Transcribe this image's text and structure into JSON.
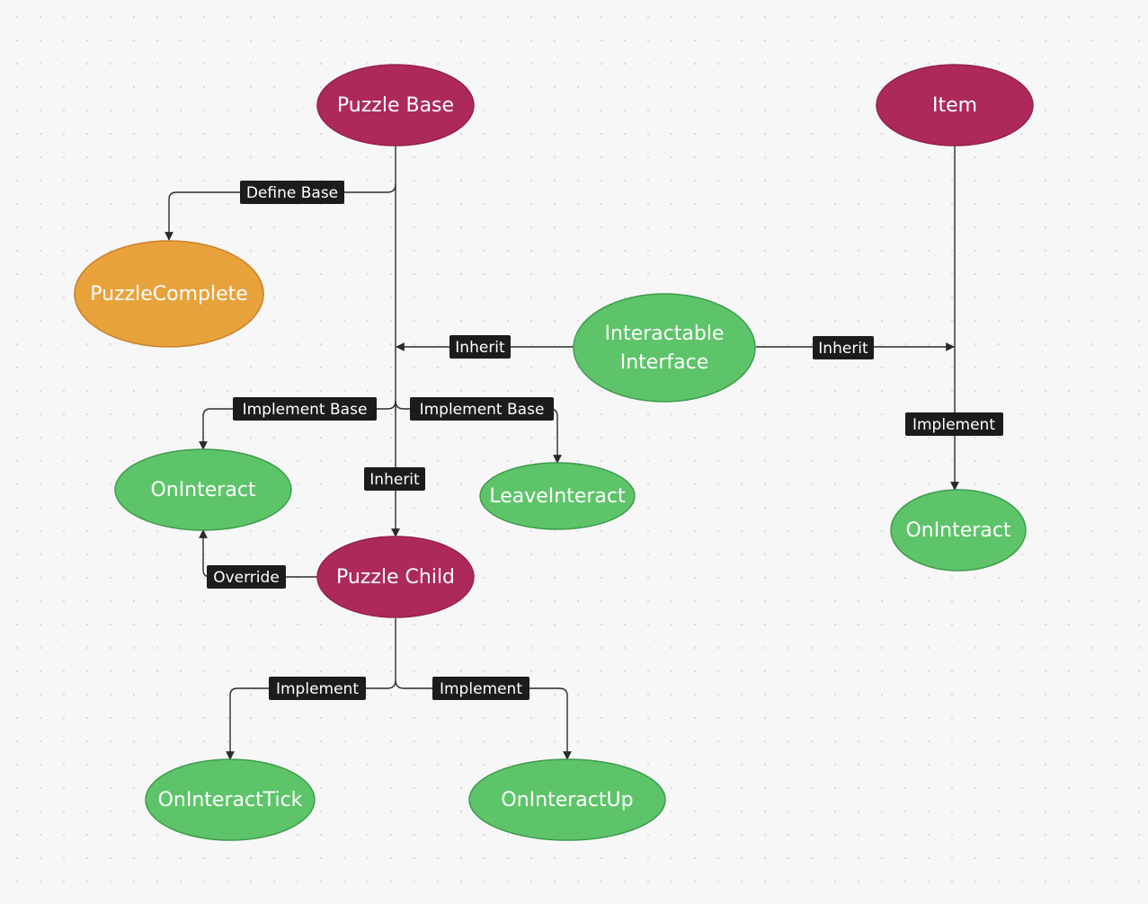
{
  "colors": {
    "primary_node": "#ad295c",
    "interface_node": "#5ec46a",
    "complete_node": "#e8a23c",
    "label_bg": "#1c1c1c",
    "edge": "#2b2b2b"
  },
  "nodes": {
    "puzzle_base": "Puzzle Base",
    "item": "Item",
    "puzzle_complete": "PuzzleComplete",
    "interactable_interface_line1": "Interactable",
    "interactable_interface_line2": "Interface",
    "on_interact_left": "OnInteract",
    "leave_interact": "LeaveInteract",
    "on_interact_right": "OnInteract",
    "puzzle_child": "Puzzle Child",
    "on_interact_tick": "OnInteractTick",
    "on_interact_up": "OnInteractUp"
  },
  "edges": {
    "define_base": "Define Base",
    "inherit_left": "Inherit",
    "inherit_right": "Inherit",
    "implement_base_left": "Implement Base",
    "implement_base_right": "Implement Base",
    "inherit_child": "Inherit",
    "implement_item": "Implement",
    "override": "Override",
    "implement_tick": "Implement",
    "implement_up": "Implement"
  }
}
